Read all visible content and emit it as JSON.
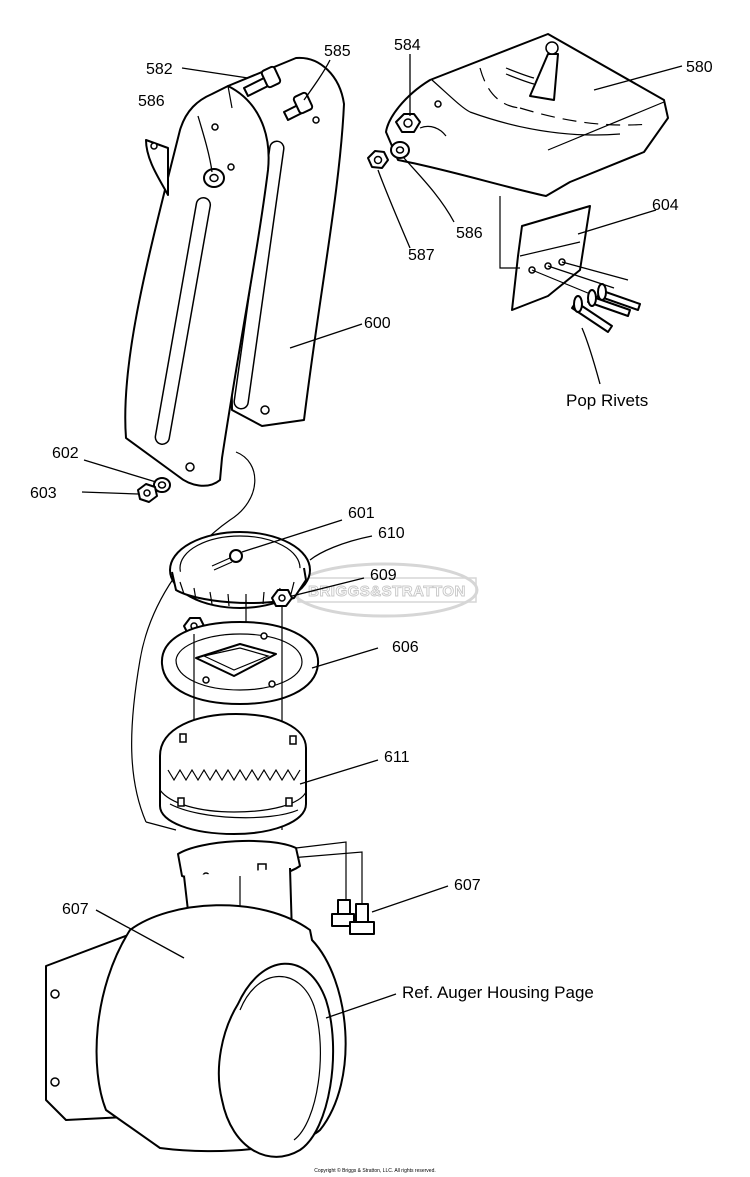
{
  "diagram": {
    "callouts": {
      "c580": "580",
      "c582": "582",
      "c584": "584",
      "c585": "585",
      "c586a": "586",
      "c586b": "586",
      "c587": "587",
      "c600": "600",
      "c601": "601",
      "c602": "602",
      "c603": "603",
      "c604": "604",
      "c606": "606",
      "c607a": "607",
      "c607b": "607",
      "c609": "609",
      "c610": "610",
      "c611": "611"
    },
    "labels": {
      "pop_rivets": "Pop Rivets",
      "ref_auger": "Ref. Auger Housing Page"
    },
    "watermark": "BRIGGS&STRATTON",
    "copyright": "Copyright © Briggs & Stratton, LLC. All rights reserved."
  }
}
